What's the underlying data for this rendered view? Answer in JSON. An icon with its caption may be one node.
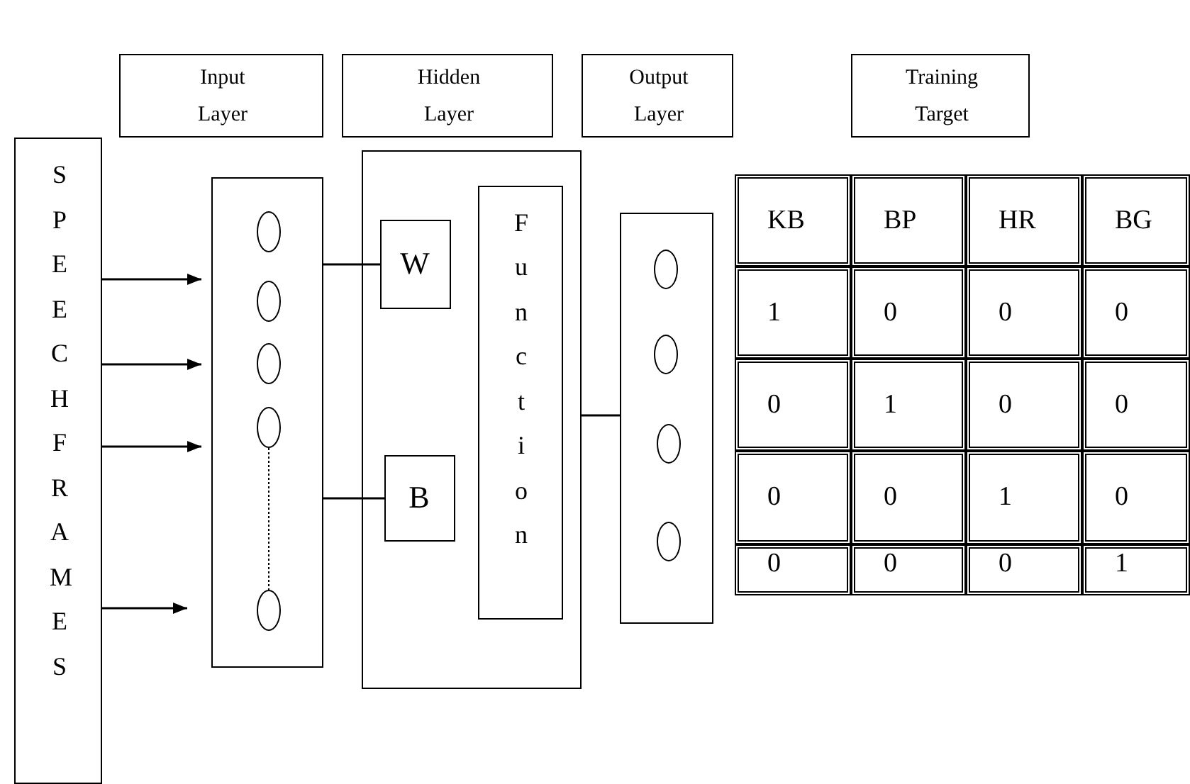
{
  "diagram": {
    "nodes": [
      {
        "text": [
          "Input Layer"
        ]
      },
      {
        "text": [
          "Hidden Layer"
        ]
      },
      {
        "text": [
          "Output Layer"
        ]
      },
      {
        "text": [
          "Training Target"
        ]
      },
      {
        "text": [
          "S P E E C H F R A M E S"
        ]
      },
      {
        "text": [],
        "shape": "box"
      },
      {
        "text": [],
        "shape": "ellipse",
        "in": 5
      },
      {
        "text": [],
        "shape": "ellipse",
        "in": 5
      },
      {
        "text": [],
        "shape": "ellipse",
        "in": 5
      },
      {
        "text": [],
        "shape": "ellipse",
        "in": 5
      },
      {
        "text": [],
        "shape": "ellipse",
        "in": 5
      },
      {
        "text": [],
        "shape": "box"
      },
      {
        "text": [
          "W"
        ],
        "in": 11
      },
      {
        "text": [
          "B"
        ],
        "in": 11
      },
      {
        "text": [
          "F u n c t i o n"
        ],
        "in": 11
      },
      {
        "text": [],
        "shape": "box"
      },
      {
        "text": [],
        "shape": "ellipse",
        "in": 15
      },
      {
        "text": [],
        "shape": "ellipse",
        "in": 15
      },
      {
        "text": [],
        "shape": "ellipse",
        "in": 15
      },
      {
        "text": [],
        "shape": "ellipse",
        "in": 15
      }
    ],
    "edges": [
      {
        "from": 4,
        "to": 5,
        "arrow": "to"
      },
      {
        "from": 4,
        "to": 5,
        "arrow": "to"
      },
      {
        "from": 4,
        "to": 5,
        "arrow": "to"
      },
      {
        "from": 4,
        "to": 5,
        "arrow": "to"
      },
      {
        "from": 9,
        "to": 10,
        "arrow": "none",
        "style": "dashed"
      },
      {
        "from": 5,
        "to": 12,
        "arrow": "none"
      },
      {
        "from": 5,
        "to": 13,
        "arrow": "none"
      },
      {
        "from": 11,
        "to": 15,
        "arrow": "none"
      }
    ],
    "labels": [
      "KB",
      "BP",
      "HR",
      "BG",
      "1",
      "0",
      "0",
      "0",
      "0",
      "1",
      "0",
      "0",
      "0",
      "0",
      "1",
      "0",
      "0",
      "0",
      "0",
      "1"
    ]
  }
}
